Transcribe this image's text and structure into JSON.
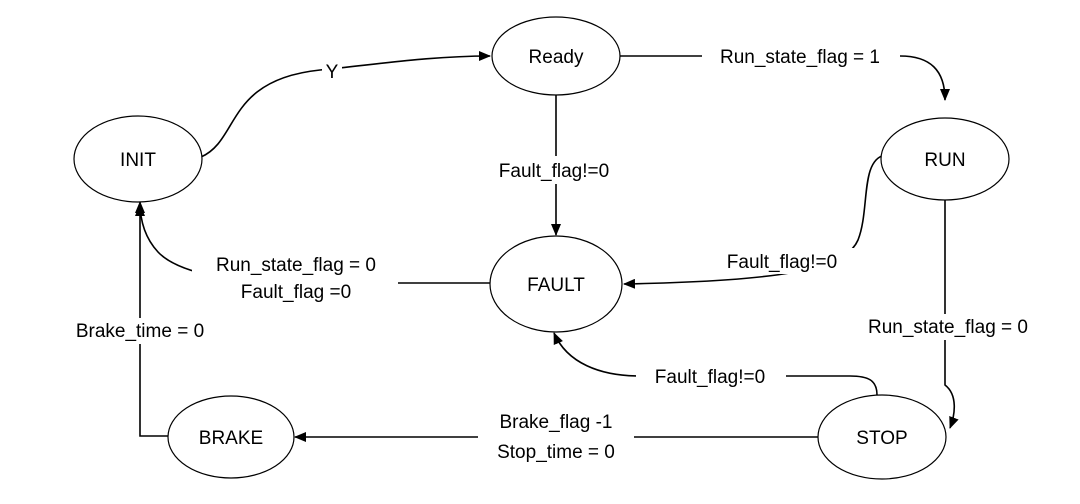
{
  "states": {
    "ready": "Ready",
    "init": "INIT",
    "run": "RUN",
    "fault": "FAULT",
    "brake": "BRAKE",
    "stop": "STOP"
  },
  "transitions": {
    "init_to_ready": "Y",
    "ready_to_run": "Run_state_flag = 1",
    "ready_to_fault": "Fault_flag!=0",
    "run_to_fault": "Fault_flag!=0",
    "fault_to_init_line1": "Run_state_flag = 0",
    "fault_to_init_line2": "Fault_flag =0",
    "brake_to_init": "Brake_time = 0",
    "run_to_stop": "Run_state_flag = 0",
    "stop_to_fault": "Fault_flag!=0",
    "stop_to_brake_line1": "Brake_flag -1",
    "stop_to_brake_line2": "Stop_time = 0"
  }
}
